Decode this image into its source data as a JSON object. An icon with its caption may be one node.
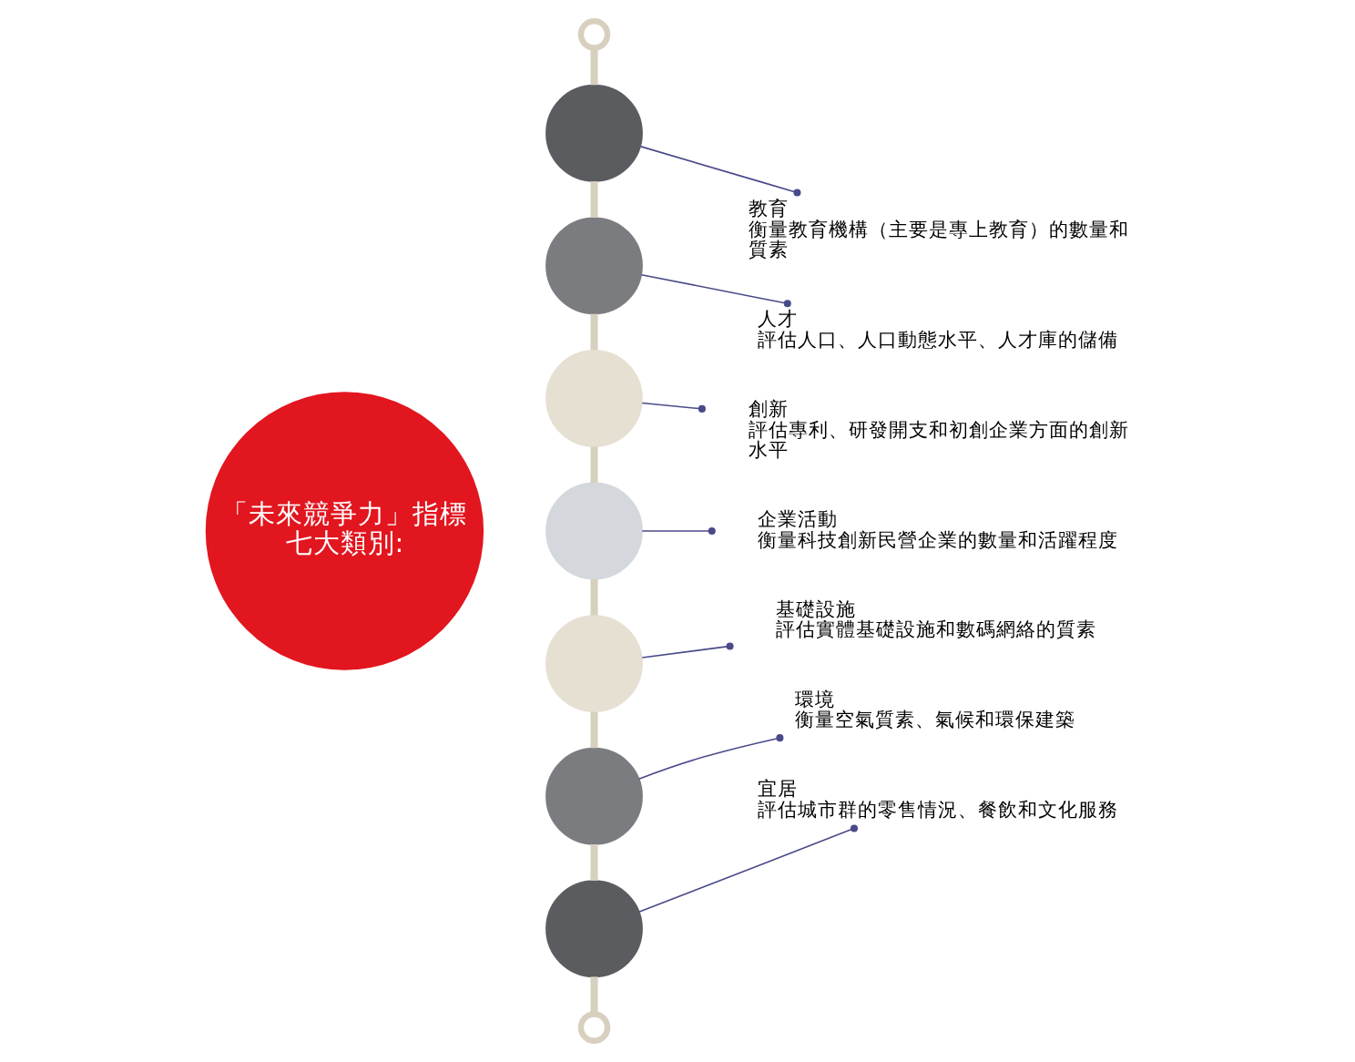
{
  "diagram": {
    "nodes": [
      {
        "text": [
          "「未來競爭力」指標",
          "七大類別:"
        ]
      },
      {
        "text": [],
        "shape": "circle"
      },
      {
        "text": [],
        "shape": "circle"
      },
      {
        "text": [],
        "shape": "circle"
      },
      {
        "text": [],
        "shape": "circle"
      },
      {
        "text": [],
        "shape": "circle"
      },
      {
        "text": [],
        "shape": "circle"
      },
      {
        "text": [],
        "shape": "circle"
      },
      {
        "text": [],
        "shape": "circle"
      },
      {
        "text": [],
        "shape": "circle"
      },
      {
        "text": [
          "教育",
          "衡量教育機構（主要是專上教育）的數量和質素"
        ]
      },
      {
        "text": [
          "人才",
          "評估人口、人口動態水平、人才庫的儲備"
        ]
      },
      {
        "text": [
          "創新",
          "評估專利、研發開支和初創企業方面的創新水平"
        ]
      },
      {
        "text": [
          "企業活動",
          "衡量科技創新民營企業的數量和活躍程度"
        ]
      },
      {
        "text": [
          "基礎設施",
          "評估實體基礎設施和數碼網絡的質素"
        ]
      },
      {
        "text": [
          "環境",
          "衡量空氣質素、氣候和環保建築"
        ]
      },
      {
        "text": [
          "宜居",
          "評估城市群的零售情況、餐飲和文化服務"
        ]
      }
    ],
    "edges": [
      {
        "from": 1,
        "to": 2,
        "arrow": "none"
      },
      {
        "from": 2,
        "to": 3,
        "arrow": "none"
      },
      {
        "from": 3,
        "to": 4,
        "arrow": "none"
      },
      {
        "from": 4,
        "to": 5,
        "arrow": "none"
      },
      {
        "from": 5,
        "to": 6,
        "arrow": "none"
      },
      {
        "from": 6,
        "to": 7,
        "arrow": "none"
      },
      {
        "from": 7,
        "to": 8,
        "arrow": "none"
      },
      {
        "from": 8,
        "to": 9,
        "arrow": "none"
      },
      {
        "from": 2,
        "to": 10,
        "arrow": "other",
        "color": "#4a4a8a"
      },
      {
        "from": 3,
        "to": 11,
        "arrow": "other",
        "color": "#4a4a8a"
      },
      {
        "from": 4,
        "to": 12,
        "arrow": "other",
        "color": "#4a4a8a"
      },
      {
        "from": 5,
        "to": 13,
        "arrow": "other",
        "color": "#4a4a8a"
      },
      {
        "from": 6,
        "to": 14,
        "arrow": "other",
        "color": "#4a4a8a"
      },
      {
        "from": 7,
        "to": 15,
        "arrow": "other",
        "color": "#4a4a8a"
      },
      {
        "from": 8,
        "to": 16,
        "arrow": "other",
        "color": "#4a4a8a"
      }
    ]
  }
}
